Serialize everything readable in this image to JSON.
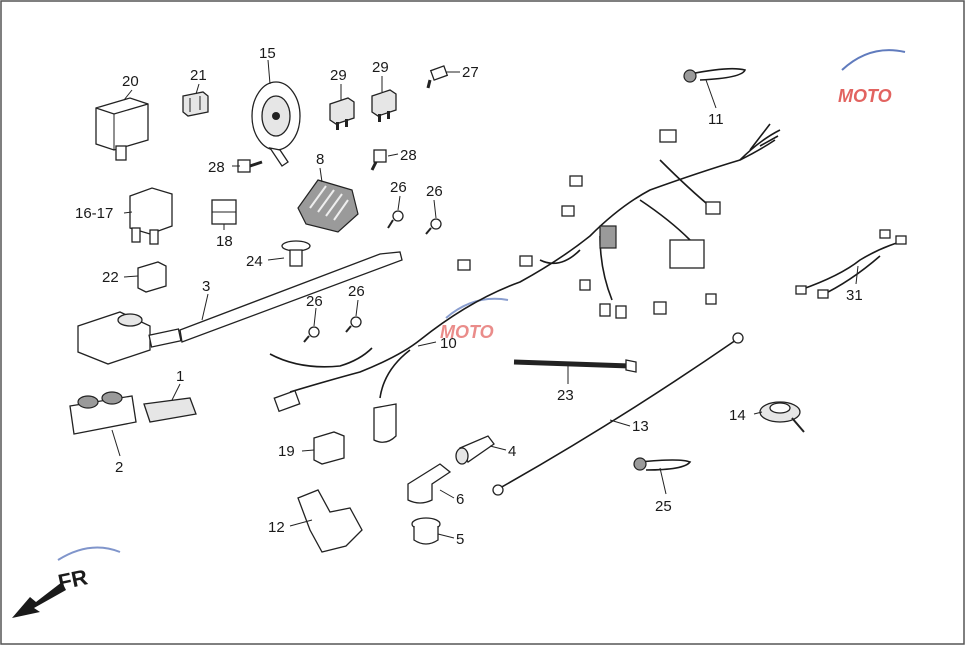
{
  "callouts": {
    "c1": "1",
    "c2": "2",
    "c3": "3",
    "c4": "4",
    "c5": "5",
    "c6": "6",
    "c8": "8",
    "c10": "10",
    "c11": "11",
    "c12": "12",
    "c13": "13",
    "c14": "14",
    "c15": "15",
    "c16_17": "16-17",
    "c18": "18",
    "c19": "19",
    "c20": "20",
    "c21": "21",
    "c22": "22",
    "c23": "23",
    "c24": "24",
    "c25": "25",
    "c26a": "26",
    "c26b": "26",
    "c26c": "26",
    "c26d": "26",
    "c27": "27",
    "c28a": "28",
    "c28b": "28",
    "c29a": "29",
    "c29b": "29",
    "c31": "31"
  },
  "direction_marker": {
    "label": "FR"
  },
  "watermark": {
    "text": "MOTO"
  },
  "colors": {
    "line": "#1a1a1a",
    "watermark_red": "#d9302b",
    "watermark_blue": "#2b4fa8",
    "frame": "#555555"
  }
}
